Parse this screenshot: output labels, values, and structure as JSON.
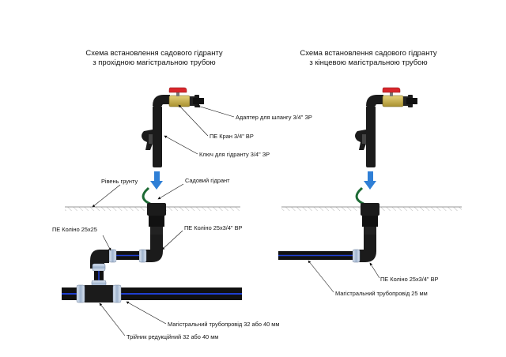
{
  "diagram": {
    "left": {
      "title_line1": "Схема встановлення садового гідранту",
      "title_line2": "з прохідною магістральною трубою",
      "labels": {
        "adapter": "Адаптер для шлангу 3/4\" ЗР",
        "valve": "ПЕ Кран 3/4\" ВР",
        "key": "Ключ для гідранту 3/4\" ЗР",
        "ground": "Рівень грунту",
        "hydrant": "Садовий гідрант",
        "elbow_25x25": "ПЕ Коліно 25х25",
        "elbow_25x34": "ПЕ Коліно 25х3/4\" ВР",
        "main_pipe": "Магістральний трубопровід 32 або 40 мм",
        "tee": "Трійник редукційний 32 або 40 мм"
      }
    },
    "right": {
      "title_line1": "Схема встановлення садового гідранту",
      "title_line2": "з кінцевою магістральною трубою",
      "labels": {
        "elbow_25x34": "ПЕ Коліно 25х3/4\" ВР",
        "main_pipe": "Магістральний трубопровід 25 мм"
      }
    },
    "colors": {
      "pipe": "#111111",
      "pipe_stripe": "#1f3fd0",
      "fitting_ring": "#aebfd6",
      "valve_handle": "#d8262b",
      "valve_body": "#c9b04a",
      "arrow": "#2f7fd6",
      "hydrant_hose": "#1c6a34",
      "ground": "#777777"
    },
    "icons": [
      "arrow-down-icon",
      "ball-valve-icon",
      "hydrant-key-icon"
    ]
  }
}
